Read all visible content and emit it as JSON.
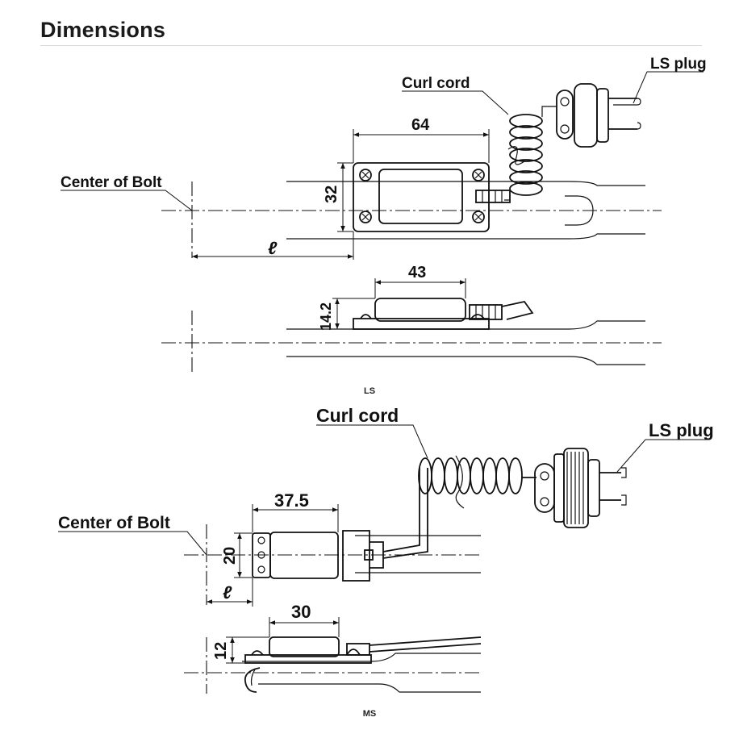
{
  "header": {
    "title": "Dimensions"
  },
  "ls": {
    "caption": "LS",
    "curl_cord": "Curl cord",
    "plug": "LS plug",
    "center_of_bolt": "Center of Bolt",
    "dim_length": "64",
    "dim_height": "32",
    "dim_ell": "ℓ",
    "dim_side_length": "43",
    "dim_thickness": "14.2"
  },
  "ms": {
    "caption": "MS",
    "curl_cord": "Curl cord",
    "plug": "LS plug",
    "center_of_bolt": "Center of Bolt",
    "dim_length": "37.5",
    "dim_height": "20",
    "dim_ell": "ℓ",
    "dim_side_length": "30",
    "dim_thickness": "12"
  }
}
